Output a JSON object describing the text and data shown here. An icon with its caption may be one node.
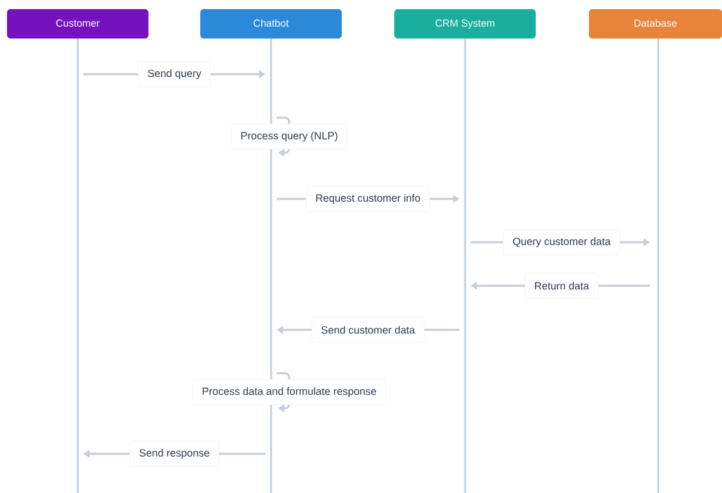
{
  "diagram": {
    "nodes": [
      {
        "text": [
          "Customer"
        ]
      },
      {
        "text": [
          "Chatbot"
        ]
      },
      {
        "text": [
          "CRM System"
        ]
      },
      {
        "text": [
          "Database"
        ]
      }
    ],
    "edges": [
      {
        "from": 0,
        "to": 1,
        "arrow": "to",
        "label": "Send query"
      },
      {
        "from": 1,
        "to": 1,
        "arrow": "to",
        "label": "Process query (NLP)"
      },
      {
        "from": 1,
        "to": 2,
        "arrow": "to",
        "label": "Request customer info"
      },
      {
        "from": 2,
        "to": 3,
        "arrow": "to",
        "label": "Query customer data"
      },
      {
        "from": 3,
        "to": 2,
        "arrow": "to",
        "label": "Return data"
      },
      {
        "from": 2,
        "to": 1,
        "arrow": "to",
        "label": "Send customer data"
      },
      {
        "from": 1,
        "to": 1,
        "arrow": "to",
        "label": "Process data and formulate response"
      },
      {
        "from": 1,
        "to": 0,
        "arrow": "to",
        "label": "Send response"
      }
    ]
  }
}
